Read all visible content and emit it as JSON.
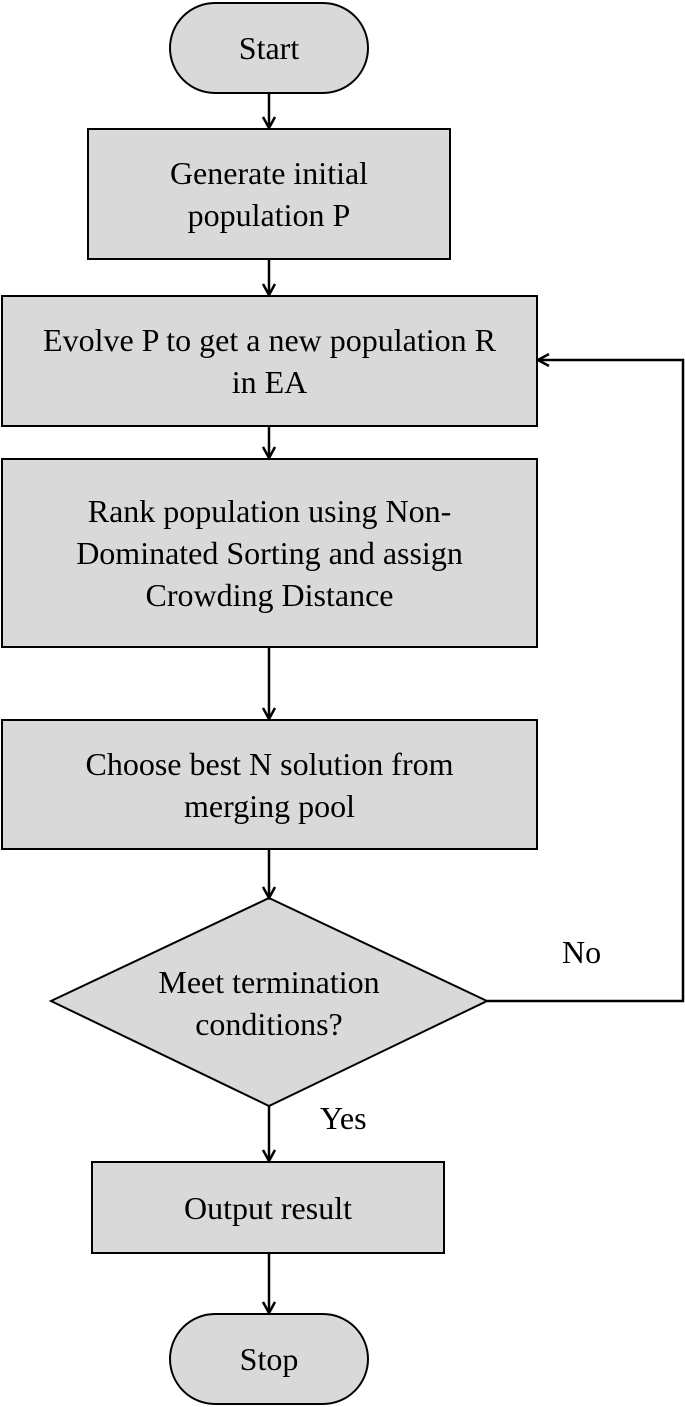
{
  "colors": {
    "node_fill": "#d9d9d9",
    "stroke": "#000000"
  },
  "nodes": {
    "start": "Start",
    "generate": "Generate initial\npopulation P",
    "evolve": "Evolve P to get a new population R\nin EA",
    "rank": "Rank population using Non-\nDominated Sorting and assign\nCrowding Distance",
    "choose": "Choose best N solution from\nmerging pool",
    "decision": "Meet termination\nconditions?",
    "output": "Output result",
    "stop": "Stop"
  },
  "edge_labels": {
    "no": "No",
    "yes": "Yes"
  }
}
